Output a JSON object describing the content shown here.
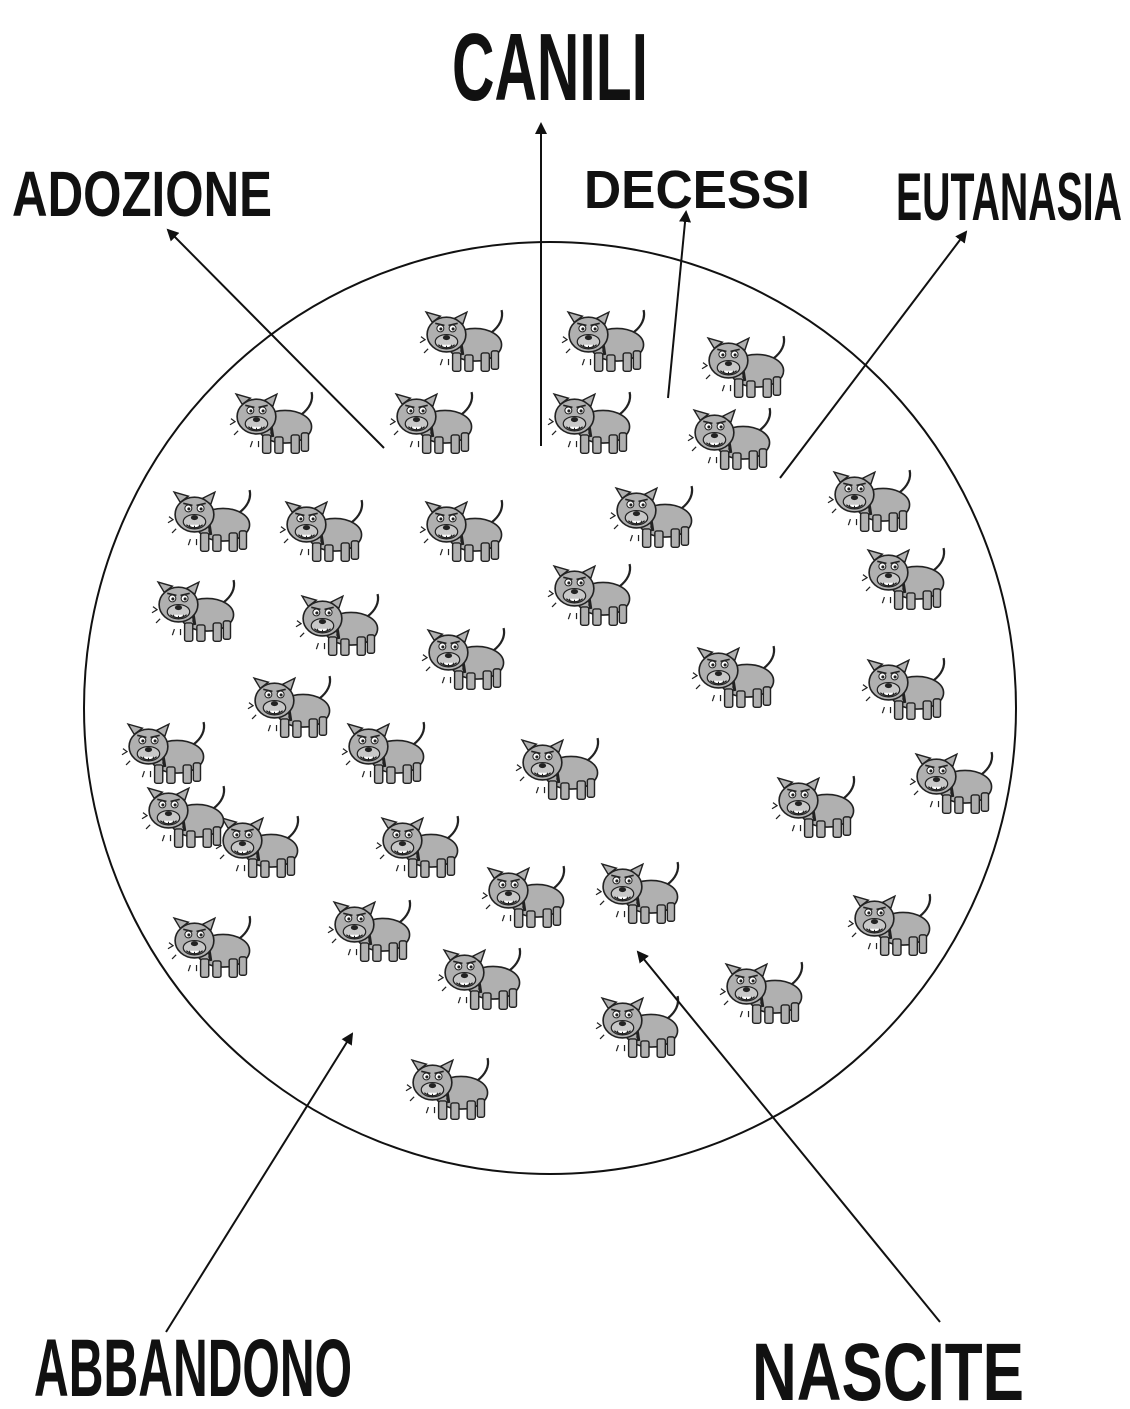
{
  "diagram": {
    "title": "CANILI",
    "outflows": {
      "adoption": "ADOZIONE",
      "deaths": "DECESSI",
      "euthanasia": "EUTANASIA"
    },
    "inflows": {
      "abandonment": "ABBANDONO",
      "births": "NASCITE"
    },
    "dog_count": 37,
    "colors": {
      "ink": "#111111",
      "dog_fill": "#b0b0b0",
      "background": "#ffffff"
    },
    "icons": {
      "dog": "bulldog-icon"
    }
  }
}
